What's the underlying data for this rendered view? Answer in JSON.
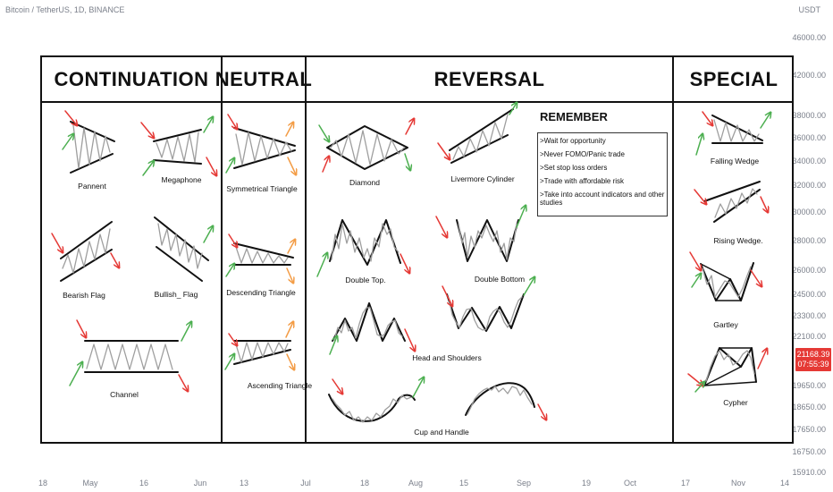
{
  "header": {
    "title": "Bitcoin / TetherUS, 1D, BINANCE"
  },
  "price_axis": {
    "unit": "USDT",
    "ticks": [
      "46000.00",
      "42000.00",
      "38000.00",
      "36000.00",
      "34000.00",
      "32000.00",
      "30000.00",
      "28000.00",
      "26000.00",
      "24500.00",
      "23300.00",
      "22100.00",
      "19650.00",
      "18650.00",
      "17650.00",
      "16750.00",
      "15910.00"
    ],
    "current_price": "21168.39",
    "countdown": "07:55:39"
  },
  "time_axis": {
    "ticks": [
      "18",
      "May",
      "16",
      "Jun",
      "13",
      "Jul",
      "18",
      "Aug",
      "15",
      "Sep",
      "19",
      "Oct",
      "17",
      "Nov",
      "14"
    ]
  },
  "categories": {
    "continuation": "CONTINUATION",
    "neutral": "NEUTRAL",
    "reversal": "REVERSAL",
    "special": "SPECIAL"
  },
  "patterns": {
    "pannent": "Pannent",
    "megaphone": "Megaphone",
    "bearish_flag": "Bearish Flag",
    "bullish_flag": "Bullish_ Flag",
    "channel": "Channel",
    "symmetrical_triangle": "Symmetrical Triangle",
    "descending_triangle": "Descending Triangle",
    "ascending_triangle": "Ascending Triangle",
    "diamond": "Diamond",
    "livermore_cylinder": "Livermore Cylinder",
    "double_top": "Double Top.",
    "double_bottom": "Double Bottom",
    "head_and_shoulders": "Head and Shoulders",
    "cup_and_handle": "Cup and Handle",
    "falling_wedge": "Falling Wedge",
    "rising_wedge": "Rising Wedge.",
    "gartley": "Gartley",
    "cypher": "Cypher"
  },
  "remember": {
    "title": "REMEMBER",
    "items": [
      ">Wait for opportunity",
      ">Never FOMO/Panic trade",
      ">Set stop loss orders",
      ">Trade with affordable risk",
      ">Take into account indicators and other studies"
    ]
  },
  "colors": {
    "up_arrow": "#4caf50",
    "down_arrow": "#e53935",
    "breakout_arrow": "#f39c45",
    "price_line": "#9e9e9e",
    "boundary": "#111111",
    "price_badge": "#e53935"
  },
  "chart_data": {
    "type": "table",
    "title": "",
    "columns": [
      "CONTINUATION",
      "NEUTRAL",
      "REVERSAL",
      "SPECIAL"
    ],
    "rows": [
      [
        "Pannent",
        "Symmetrical Triangle",
        "Diamond",
        "Falling Wedge"
      ],
      [
        "Megaphone",
        "Descending Triangle",
        "Livermore Cylinder",
        "Rising Wedge."
      ],
      [
        "Bearish Flag",
        "Ascending Triangle",
        "Double Top.",
        "Gartley"
      ],
      [
        "Bullish_ Flag",
        "",
        "Double Bottom",
        "Cypher"
      ],
      [
        "Channel",
        "",
        "Head and Shoulders",
        ""
      ],
      [
        "",
        "",
        "Cup and Handle",
        ""
      ]
    ]
  }
}
